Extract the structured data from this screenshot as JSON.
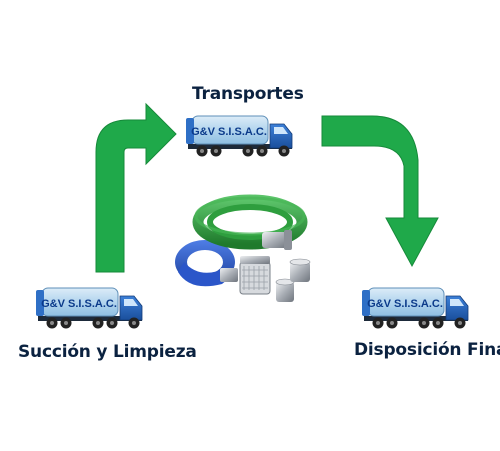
{
  "diagram": {
    "nodes": {
      "transport": {
        "label": "Transportes",
        "truck_text": "G&V S.I.S.A.C."
      },
      "suction": {
        "label": "Succión y Limpieza",
        "truck_text": "G&V S.I.S.A.C."
      },
      "disposal": {
        "label": "Disposición Final",
        "truck_text": "G&V S.I.S.A.C."
      }
    },
    "colors": {
      "arrow": "#1fa94a",
      "arrow_dark": "#168a3a",
      "truck_cab": "#1a5fb4",
      "tank": "#b9d9f0",
      "tank_text": "#0b3a8a",
      "label": "#0b2240",
      "hose_green": "#2e9e3e",
      "hose_blue": "#2b56c9",
      "metal": "#b8bcc2"
    },
    "icons": [
      "vacuum-truck-icon",
      "arrow-up-right-icon",
      "arrow-right-down-icon",
      "hose-fittings-image"
    ]
  }
}
